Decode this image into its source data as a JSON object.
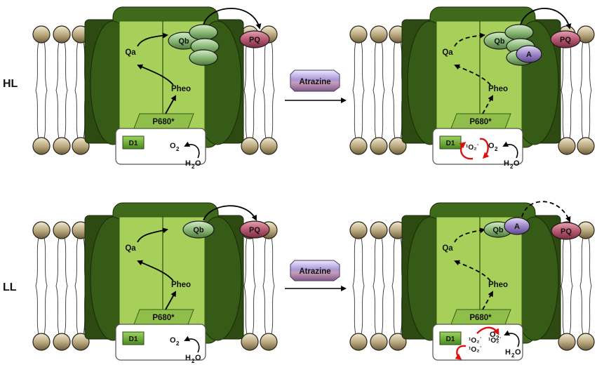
{
  "row_labels": {
    "hl": "HL",
    "ll": "LL"
  },
  "inhibitor_label": "Atrazine",
  "diagram_labels": {
    "qa": "Qa",
    "qb": "Qb",
    "pheo": "Pheo",
    "p680": "P680*",
    "pq": "PQ",
    "d1": "D1",
    "atrazine_bound": "A",
    "oxygen": "O",
    "oxygen_sub": "2",
    "water_h": "H",
    "water_sub": "2",
    "water_o": "O",
    "singlet_oxygen": "¹O₂˙",
    "singlet_oxygen_plain": "¹O₂"
  },
  "colors": {
    "protein_dark": "#2c4a12",
    "protein_mid": "#3f6a1c",
    "protein_inner": "#7aab3a",
    "protein_light": "#a6d05a",
    "lipid_head": "#c8b890",
    "pq_fill": "#c0607a",
    "atrazine_fill": "#9a85c0",
    "qb_fill": "#9ec48a",
    "red_arrow": "#e01010"
  }
}
